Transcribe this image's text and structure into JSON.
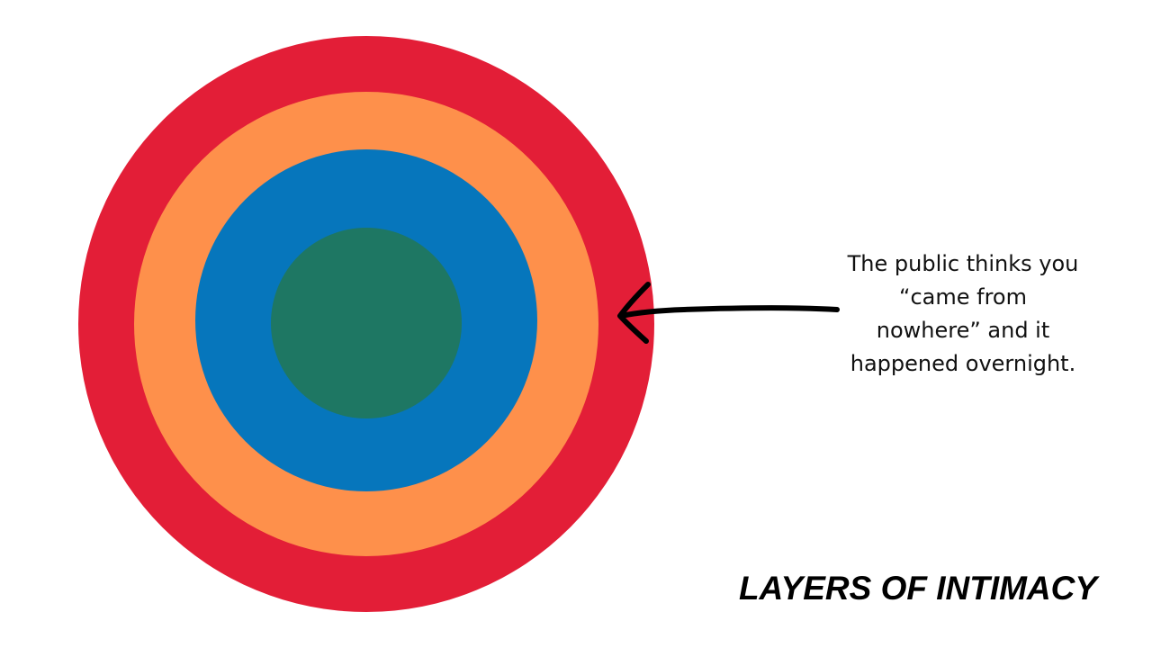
{
  "diagram": {
    "title": "LAYERS OF INTIMACY",
    "annotation_lines": [
      "The public thinks you",
      "“came from",
      "nowhere” and it",
      "happened overnight."
    ],
    "layers": [
      {
        "name": "outer-red-ring",
        "color": "#e31e37"
      },
      {
        "name": "orange-ring",
        "color": "#fe904b"
      },
      {
        "name": "blue-ring",
        "color": "#0676bc"
      },
      {
        "name": "green-core",
        "color": "#1e7763"
      }
    ],
    "arrow": {
      "color": "#000000",
      "points_to": "outer-red-ring"
    }
  }
}
